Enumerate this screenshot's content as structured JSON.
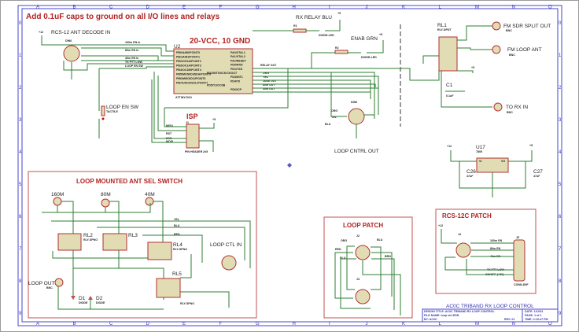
{
  "note": "Add 0.1uF caps to ground on all I/O lines and relays",
  "frame": {
    "columns": [
      "A",
      "B",
      "C",
      "D",
      "E",
      "F",
      "G",
      "H",
      "I",
      "J",
      "K",
      "L",
      "M",
      "N",
      "O"
    ],
    "rows": [
      "0",
      "1",
      "2",
      "3",
      "4",
      "5",
      "6",
      "7",
      "8",
      "9"
    ]
  },
  "top_left": {
    "power_12": "+12",
    "decode_label": "RCS-12 ANT DECODE IN",
    "din": "DIN6",
    "nets": [
      "160m EN in",
      "80m EN in",
      "40m EN in",
      "TX PTT LOW",
      "LOOP EN SW"
    ]
  },
  "u2": {
    "ref": "U2",
    "note": "20-VCC, 10 GND",
    "part": "ATTINY2313",
    "left_pins": [
      "PB0/AIN0/PCINT0",
      "PB1/AIN1/PCINT1",
      "PB2/OC0A/PCINT2",
      "PB3/OC1A/PCINT3",
      "PB4/OC1B/PCINT4",
      "PB5/MOSI/DI/SDA/PCINT5",
      "PB6/MISO/DO/PCINT6",
      "PB7/USCK/SCL/PCINT7"
    ],
    "right_pins": [
      "PA0/XTAL1",
      "PA1/XTAL2",
      "PA2/RESET",
      "PD0/RXD",
      "PD1/TXD",
      "PD2/INT0/XCK/CKOUT",
      "PD3/INT1",
      "PD4/T0",
      "PD5/T1/OC0B",
      "PD6/ICP"
    ],
    "relay_out": "RELAY OUT",
    "right_nets": [
      "ORG",
      "YEL",
      "160M OUT",
      "80M OUT",
      "40M OUT"
    ]
  },
  "switch": {
    "label": "LOOP EN SW",
    "part": "TACTILE"
  },
  "isp": {
    "title": "ISP",
    "ref": "J1",
    "part": "PIN HEADER 2x5",
    "power": "+5",
    "nets": [
      "MISO",
      "RST",
      "SCK",
      "MOSI"
    ]
  },
  "leds": [
    {
      "label": "RX RELAY BLU",
      "resistor": "R1",
      "power": "+5",
      "part": "DIODE-LED"
    },
    {
      "label": "ENAB GRN",
      "resistor": "R2",
      "power": "+5",
      "part": "DIODE-LED"
    }
  ],
  "loop_cntrl_out": {
    "label": "LOOP CNTRL OUT",
    "din": "DIN6",
    "nets": [
      "ORG",
      "YEL",
      "BLU",
      "BRN",
      "RED"
    ]
  },
  "rl1": {
    "ref": "RL1",
    "part": "RLY-DPDT",
    "power": "+5",
    "cap": "C1",
    "cap_val": "0.1uF"
  },
  "rf_connectors": [
    {
      "label": "FM SDR SPLIT OUT",
      "type": "BNC"
    },
    {
      "label": "FM LOOP ANT",
      "type": "BNC"
    },
    {
      "label": "TO RX IN",
      "type": "BNC"
    }
  ],
  "regulator": {
    "ref": "U17",
    "part": "7805",
    "vin": "+12",
    "vout": "+5",
    "pin_vi": "VI",
    "pin_vo": "VO",
    "pin_gnd": "GND",
    "c_in": "C26",
    "c_out": "C27",
    "c_val": "47uF"
  },
  "ant_switch": {
    "title": "LOOP MOUNTED ANT SEL SWITCH",
    "bands": [
      "160M",
      "80M",
      "40M"
    ],
    "relays": [
      "RL2",
      "RL3",
      "RL4",
      "RL5"
    ],
    "relay_part": "RLY-SPNO",
    "ctl_in": "LOOP CTL IN",
    "loop_out": "LOOP OUT",
    "loop_out_type": "BNC",
    "diodes": [
      "D1",
      "D2"
    ],
    "diode_part": "DIODE",
    "nets": [
      "YEL",
      "BLU",
      "RED",
      "ORG",
      "BRN"
    ]
  },
  "loop_patch": {
    "title": "LOOP PATCH",
    "connectors": [
      "J2",
      "J3"
    ],
    "nets": [
      "ORG",
      "RED",
      "BLU",
      "BLU",
      "BRN",
      "GRN"
    ]
  },
  "rcs_patch": {
    "title": "RCS-12C PATCH",
    "din": "J4",
    "power": "+12",
    "db9": "J5",
    "db9_part": "CONN-D9F",
    "nets": [
      "160m EN",
      "80m EN",
      "40m EN",
      "TX PTT LOW",
      "ON/OFF (+5V)"
    ]
  },
  "title_block": {
    "heading": "AC0C TRIBAND RX LOOP CONTROL",
    "design_title": "DESIGN TITLE:  AC0C TRIBAND RX LOOP CONTROL",
    "file_name": "FILE NAME:  loop ctrl.DSN",
    "by": "BY:  AC0C",
    "rev": "REV:  01",
    "date": "DATE:  1/10/11",
    "page": "PAGE:  1  of  1",
    "time": "TIME:  2:10:47 PM"
  }
}
